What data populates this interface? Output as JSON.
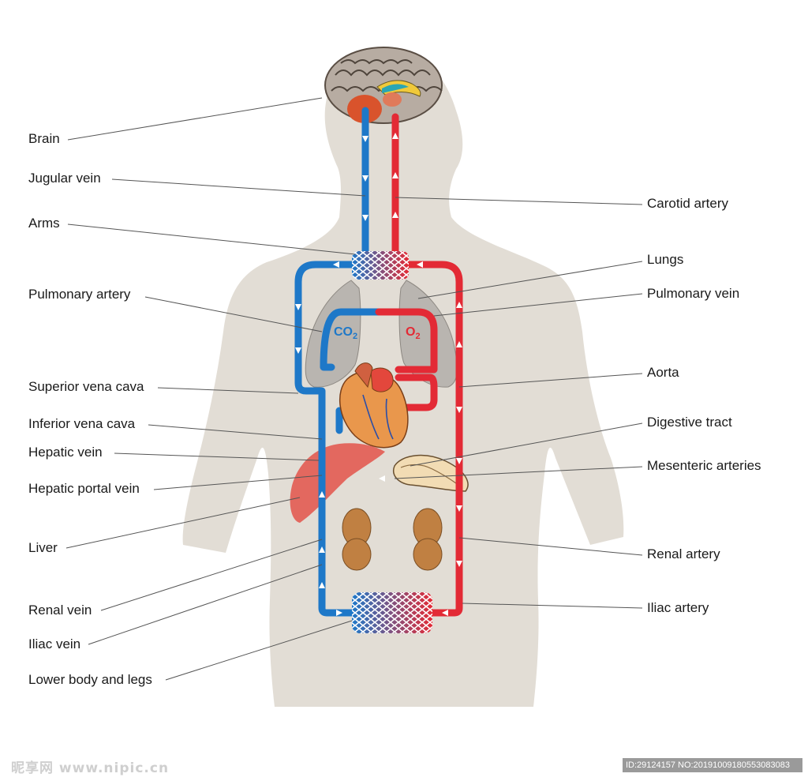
{
  "labels_left": [
    {
      "id": "brain",
      "text": "Brain"
    },
    {
      "id": "jugular-vein",
      "text": "Jugular vein"
    },
    {
      "id": "arms",
      "text": "Arms"
    },
    {
      "id": "pulmonary-artery",
      "text": "Pulmonary artery"
    },
    {
      "id": "superior-vena-cava",
      "text": "Superior vena cava"
    },
    {
      "id": "inferior-vena-cava",
      "text": "Inferior vena cava"
    },
    {
      "id": "hepatic-vein",
      "text": "Hepatic vein"
    },
    {
      "id": "hepatic-portal-vein",
      "text": "Hepatic portal vein"
    },
    {
      "id": "liver",
      "text": "Liver"
    },
    {
      "id": "renal-vein",
      "text": "Renal vein"
    },
    {
      "id": "iliac-vein",
      "text": "Iliac vein"
    },
    {
      "id": "lower-body-and-legs",
      "text": "Lower body and legs"
    }
  ],
  "labels_right": [
    {
      "id": "carotid-artery",
      "text": "Carotid artery"
    },
    {
      "id": "lungs",
      "text": "Lungs"
    },
    {
      "id": "pulmonary-vein",
      "text": "Pulmonary vein"
    },
    {
      "id": "aorta",
      "text": "Aorta"
    },
    {
      "id": "digestive-tract",
      "text": "Digestive tract"
    },
    {
      "id": "mesenteric-arteries",
      "text": "Mesenteric arteries"
    },
    {
      "id": "renal-artery",
      "text": "Renal artery"
    },
    {
      "id": "iliac-artery",
      "text": "Iliac artery"
    }
  ],
  "lung_gases": {
    "co2_main": "CO",
    "co2_sub": "2",
    "o2_main": "O",
    "o2_sub": "2"
  },
  "watermark": {
    "left": "昵享网 www.nipic.cn",
    "right": "ID:29124157 NO:20191009180553083083"
  },
  "colors": {
    "vein_blue": "#1e78c8",
    "artery_red": "#e32a35",
    "body_silhouette": "#e2ddd5",
    "leader_line": "#555555"
  }
}
